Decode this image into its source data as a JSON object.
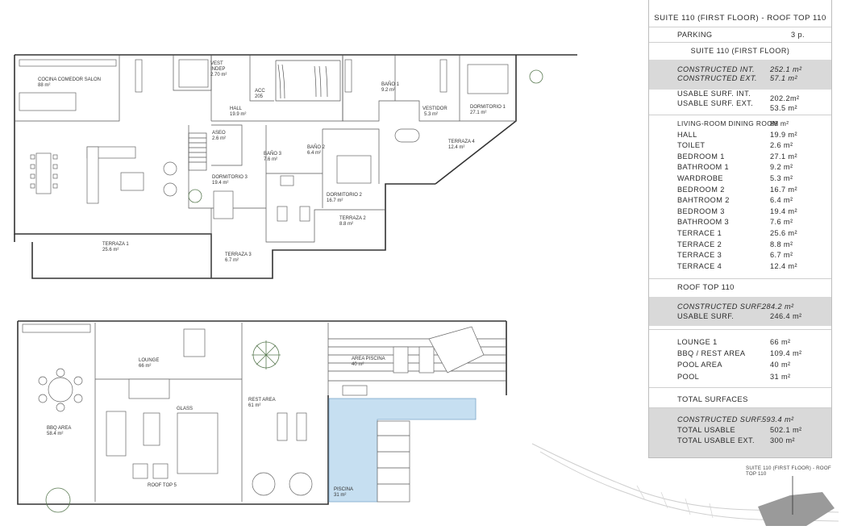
{
  "table": {
    "title": "SUITE 110 (FIRST FLOOR) - ROOF TOP 110",
    "parking_label": "PARKING",
    "parking_value": "3 p.",
    "section1": "SUITE 110 (FIRST FLOOR)",
    "constructed_int_label": "CONSTRUCTED INT.",
    "constructed_int_value": "252.1 m²",
    "constructed_ext_label": "CONSTRUCTED EXT.",
    "constructed_ext_value": "57.1 m²",
    "usable_int_label": "USABLE SURF. INT.",
    "usable_int_value": "202.2m²",
    "usable_ext_label": "USABLE SURF. EXT.",
    "usable_ext_value": "53.5 m²",
    "rooms": [
      {
        "name": "LIVING-ROOM DINING ROOM",
        "area": "88 m²"
      },
      {
        "name": "HALL",
        "area": "19.9 m²"
      },
      {
        "name": "TOILET",
        "area": "2.6 m²"
      },
      {
        "name": "BEDROOM 1",
        "area": "27.1 m²"
      },
      {
        "name": "BATHROOM 1",
        "area": "9.2 m²"
      },
      {
        "name": "WARDROBE",
        "area": "5.3 m²"
      },
      {
        "name": "BEDROOM 2",
        "area": "16.7 m²"
      },
      {
        "name": "BAHTROOM 2",
        "area": "6.4 m²"
      },
      {
        "name": "BEDROOM 3",
        "area": "19.4 m²"
      },
      {
        "name": "BATHROOM 3",
        "area": "7.6 m²"
      },
      {
        "name": "TERRACE 1",
        "area": "25.6 m²"
      },
      {
        "name": "TERRACE 2",
        "area": "8.8 m²"
      },
      {
        "name": "TERRACE 3",
        "area": "6.7 m²"
      },
      {
        "name": "TERRACE 4",
        "area": "12.4 m²"
      }
    ],
    "section2": "ROOF TOP 110",
    "rt_constructed_label": "CONSTRUCTED SURF.",
    "rt_constructed_value": "284.2 m²",
    "rt_usable_label": "USABLE SURF.",
    "rt_usable_value": "246.4 m²",
    "rt_rooms": [
      {
        "name": "LOUNGE 1",
        "area": "66 m²"
      },
      {
        "name": "BBQ / REST AREA",
        "area": "109.4 m²"
      },
      {
        "name": "POOL AREA",
        "area": "40 m²"
      },
      {
        "name": "POOL",
        "area": "31 m²"
      }
    ],
    "section3": "TOTAL SURFACES",
    "tot_constructed_label": "CONSTRUCTED SURF.",
    "tot_constructed_value": "593.4 m²",
    "tot_usable_label": "TOTAL USABLE",
    "tot_usable_value": "502.1 m²",
    "tot_usable_ext_label": "TOTAL USABLE EXT.",
    "tot_usable_ext_value": "300 m²"
  },
  "location_caption": "SUITE 110 (FIRST FLOOR) - ROOF TOP 110",
  "first_floor": {
    "cocina": "COCINA COMEDOR SALON",
    "cocina_area": "88 m²",
    "vest": "VEST",
    "indep": "INDEP",
    "vest_area": "2.70 m²",
    "acc": "ACC",
    "acc_area": "205",
    "hall": "HALL",
    "hall_area": "19.9 m²",
    "bano1": "BAÑO 1",
    "bano1_area": "9.2 m²",
    "vestidor": "VESTIDOR",
    "vestidor_area": "5.3 m²",
    "dorm1": "DORMITORIO 1",
    "dorm1_area": "27.1 m²",
    "aseo": "ASEO",
    "aseo_area": "2.6 m²",
    "bano3": "BAÑO 3",
    "bano3_area": "7.6 m²",
    "bano2": "BAÑO 2",
    "bano2_area": "6.4 m²",
    "terraza4": "TERRAZA 4",
    "terraza4_area": "12.4 m²",
    "dorm3": "DORMITORIO 3",
    "dorm3_area": "19.4 m²",
    "dorm2": "DORMITORIO 2",
    "dorm2_area": "16.7 m²",
    "terraza2": "TERRAZA 2",
    "terraza2_area": "8.8 m²",
    "terraza1": "TERRAZA 1",
    "terraza1_area": "25.6 m²",
    "terraza3": "TERRAZA 3",
    "terraza3_area": "6.7 m²"
  },
  "roof_top": {
    "lounge": "LOUNGE",
    "lounge_area": "66 m²",
    "area_piscina": "AREA PISCINA",
    "area_piscina_area": "40 m²",
    "glass": "GLASS",
    "rest": "REST AREA",
    "rest_area": "61 m²",
    "bbq": "BBQ AREA",
    "bbq_area": "58.4 m²",
    "roof5": "ROOF TOP 5",
    "piscina": "PISCINA",
    "piscina_area": "31 m²"
  }
}
